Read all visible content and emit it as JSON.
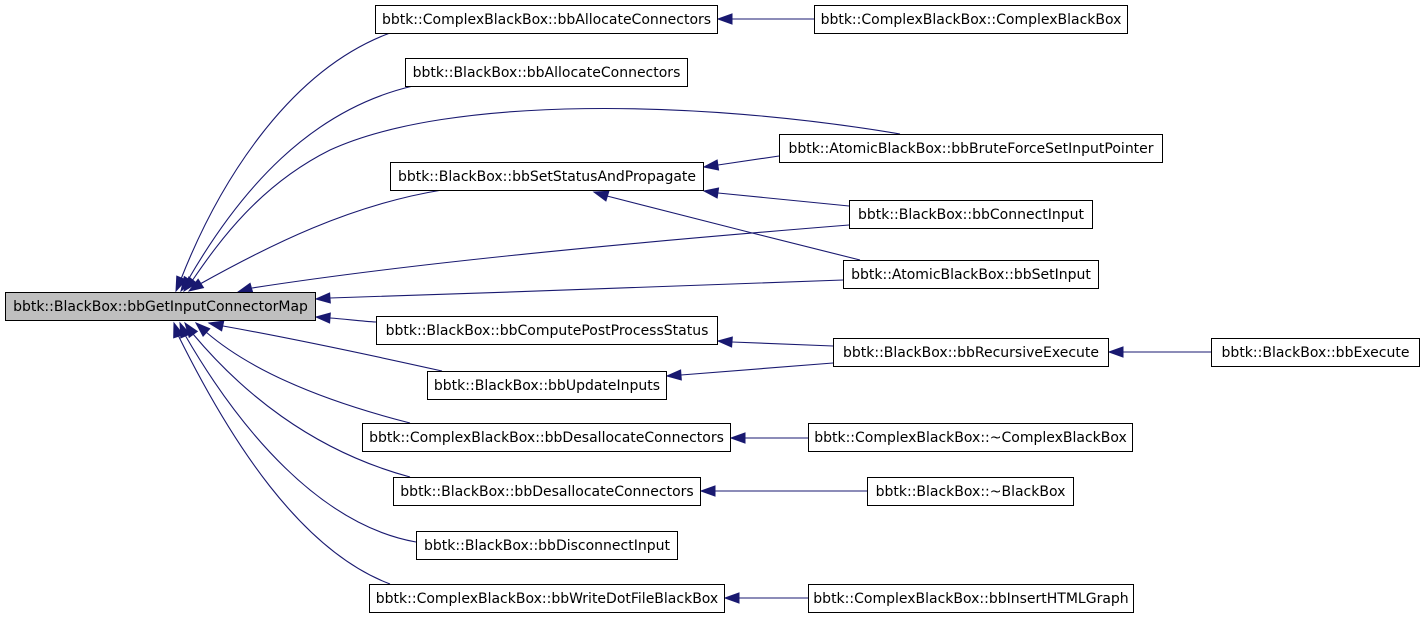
{
  "nodes": [
    {
      "id": "root",
      "label": "bbtk::BlackBox::bbGetInputConnectorMap"
    },
    {
      "id": "cbb_alloc",
      "label": "bbtk::ComplexBlackBox::bbAllocateConnectors"
    },
    {
      "id": "bb_alloc",
      "label": "bbtk::BlackBox::bbAllocateConnectors"
    },
    {
      "id": "bb_setstatus",
      "label": "bbtk::BlackBox::bbSetStatusAndPropagate"
    },
    {
      "id": "bb_computepost",
      "label": "bbtk::BlackBox::bbComputePostProcessStatus"
    },
    {
      "id": "bb_updateinputs",
      "label": "bbtk::BlackBox::bbUpdateInputs"
    },
    {
      "id": "cbb_desalloc",
      "label": "bbtk::ComplexBlackBox::bbDesallocateConnectors"
    },
    {
      "id": "bb_desalloc",
      "label": "bbtk::BlackBox::bbDesallocateConnectors"
    },
    {
      "id": "bb_disconnect",
      "label": "bbtk::BlackBox::bbDisconnectInput"
    },
    {
      "id": "cbb_writedot",
      "label": "bbtk::ComplexBlackBox::bbWriteDotFileBlackBox"
    },
    {
      "id": "cbb_ctor",
      "label": "bbtk::ComplexBlackBox::ComplexBlackBox"
    },
    {
      "id": "abb_bruteforce",
      "label": "bbtk::AtomicBlackBox::bbBruteForceSetInputPointer"
    },
    {
      "id": "bb_connect",
      "label": "bbtk::BlackBox::bbConnectInput"
    },
    {
      "id": "abb_setinput",
      "label": "bbtk::AtomicBlackBox::bbSetInput"
    },
    {
      "id": "bb_recursive",
      "label": "bbtk::BlackBox::bbRecursiveExecute"
    },
    {
      "id": "cbb_dtor",
      "label": "bbtk::ComplexBlackBox::~ComplexBlackBox"
    },
    {
      "id": "bb_dtor",
      "label": "bbtk::BlackBox::~BlackBox"
    },
    {
      "id": "cbb_inserthtml",
      "label": "bbtk::ComplexBlackBox::bbInsertHTMLGraph"
    },
    {
      "id": "bb_execute",
      "label": "bbtk::BlackBox::bbExecute"
    }
  ],
  "edges": [
    {
      "from": "cbb_alloc",
      "to": "root"
    },
    {
      "from": "bb_alloc",
      "to": "root"
    },
    {
      "from": "abb_bruteforce",
      "to": "root"
    },
    {
      "from": "bb_setstatus",
      "to": "root"
    },
    {
      "from": "bb_connect",
      "to": "root"
    },
    {
      "from": "abb_setinput",
      "to": "root"
    },
    {
      "from": "bb_computepost",
      "to": "root"
    },
    {
      "from": "bb_updateinputs",
      "to": "root"
    },
    {
      "from": "cbb_desalloc",
      "to": "root"
    },
    {
      "from": "bb_desalloc",
      "to": "root"
    },
    {
      "from": "bb_disconnect",
      "to": "root"
    },
    {
      "from": "cbb_writedot",
      "to": "root"
    },
    {
      "from": "cbb_ctor",
      "to": "cbb_alloc"
    },
    {
      "from": "abb_bruteforce",
      "to": "bb_setstatus"
    },
    {
      "from": "bb_connect",
      "to": "bb_setstatus"
    },
    {
      "from": "abb_setinput",
      "to": "bb_setstatus"
    },
    {
      "from": "bb_recursive",
      "to": "bb_computepost"
    },
    {
      "from": "bb_recursive",
      "to": "bb_updateinputs"
    },
    {
      "from": "bb_execute",
      "to": "bb_recursive"
    },
    {
      "from": "cbb_dtor",
      "to": "cbb_desalloc"
    },
    {
      "from": "bb_dtor",
      "to": "bb_desalloc"
    },
    {
      "from": "cbb_inserthtml",
      "to": "cbb_writedot"
    }
  ]
}
